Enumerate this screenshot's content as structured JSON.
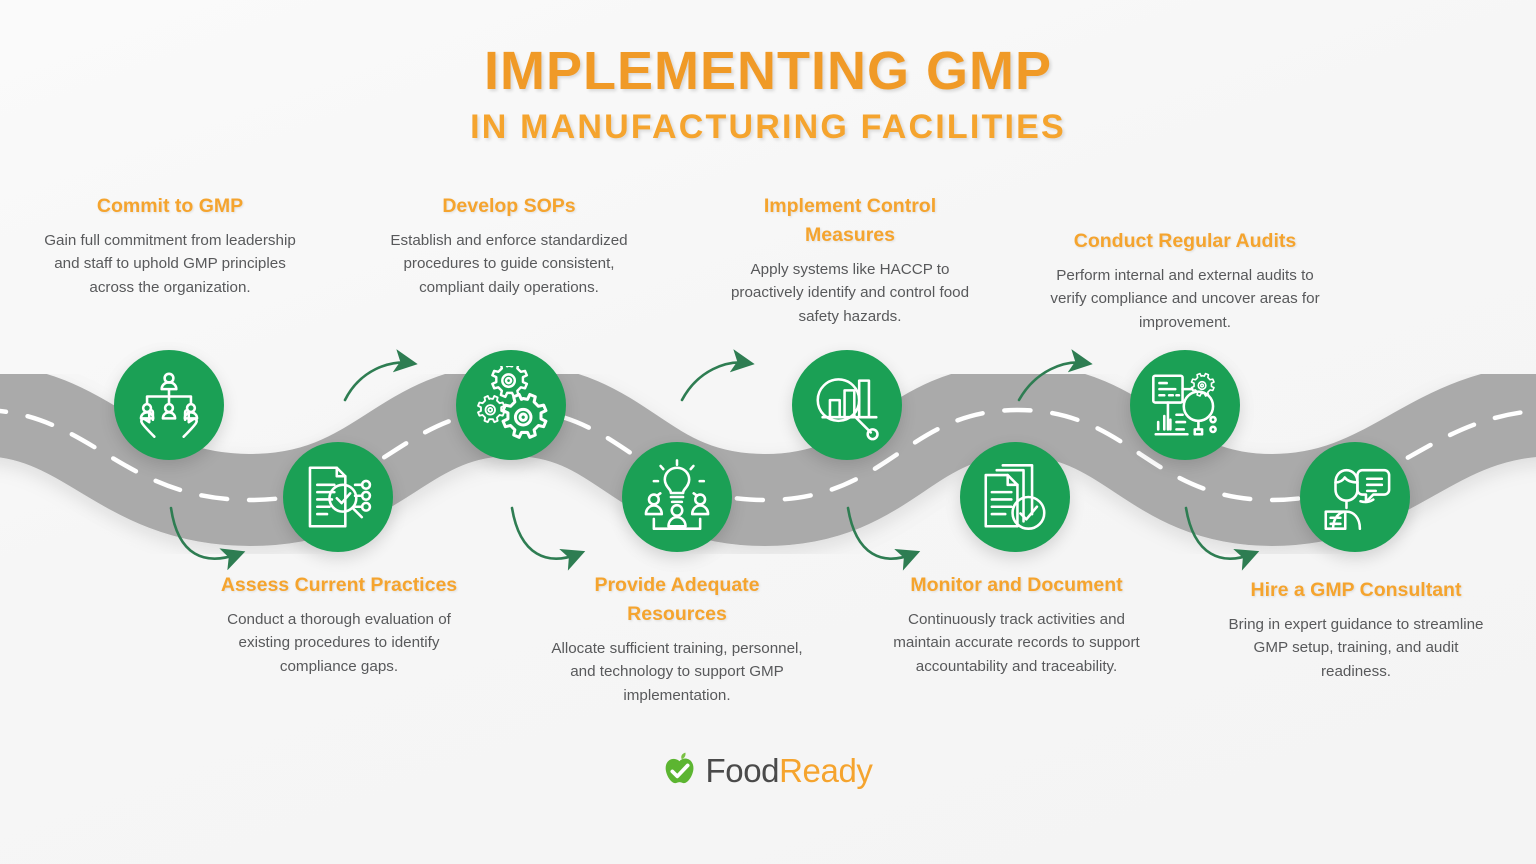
{
  "header": {
    "title_main": "IMPLEMENTING GMP",
    "title_sub": "IN MANUFACTURING FACILITIES"
  },
  "colors": {
    "accent_orange": "#f5a42e",
    "node_green": "#1ba055",
    "arrow_green": "#2e7d52",
    "road_gray": "#aaaaaa",
    "body_text": "#58595b",
    "background": "#f7f7f7"
  },
  "steps": [
    {
      "index": 1,
      "title": "Commit to GMP",
      "description": "Gain full commitment from leadership and staff to uphold GMP principles across the organization.",
      "icon": "org-chart-in-hands-icon",
      "position": "top"
    },
    {
      "index": 2,
      "title": "Assess Current Practices",
      "description": "Conduct a thorough evaluation of existing procedures to identify compliance gaps.",
      "icon": "document-magnifier-check-icon",
      "position": "bottom"
    },
    {
      "index": 3,
      "title": "Develop SOPs",
      "description": "Establish and enforce standardized procedures to guide consistent, compliant daily operations.",
      "icon": "gears-icon",
      "position": "top"
    },
    {
      "index": 4,
      "title": "Provide Adequate Resources",
      "description": "Allocate sufficient training, personnel, and technology to support GMP implementation.",
      "icon": "lightbulb-team-icon",
      "position": "bottom"
    },
    {
      "index": 5,
      "title": "Implement Control Measures",
      "description": "Apply systems like HACCP to proactively identify and control food safety hazards.",
      "icon": "bar-chart-magnifier-icon",
      "position": "top"
    },
    {
      "index": 6,
      "title": "Monitor and Document",
      "description": "Continuously track activities and maintain accurate records to support accountability and traceability.",
      "icon": "documents-check-icon",
      "position": "bottom"
    },
    {
      "index": 7,
      "title": "Conduct Regular Audits",
      "description": "Perform internal and external audits to verify compliance and uncover areas for improvement.",
      "icon": "audit-dashboard-gear-icon",
      "position": "top"
    },
    {
      "index": 8,
      "title": "Hire a GMP Consultant",
      "description": "Bring in expert guidance to streamline GMP setup, training, and audit readiness.",
      "icon": "consultant-speech-bubble-icon",
      "position": "bottom"
    }
  ],
  "footer": {
    "logo_food": "Food",
    "logo_ready": "Ready",
    "logo_mark": "apple-check-icon"
  }
}
